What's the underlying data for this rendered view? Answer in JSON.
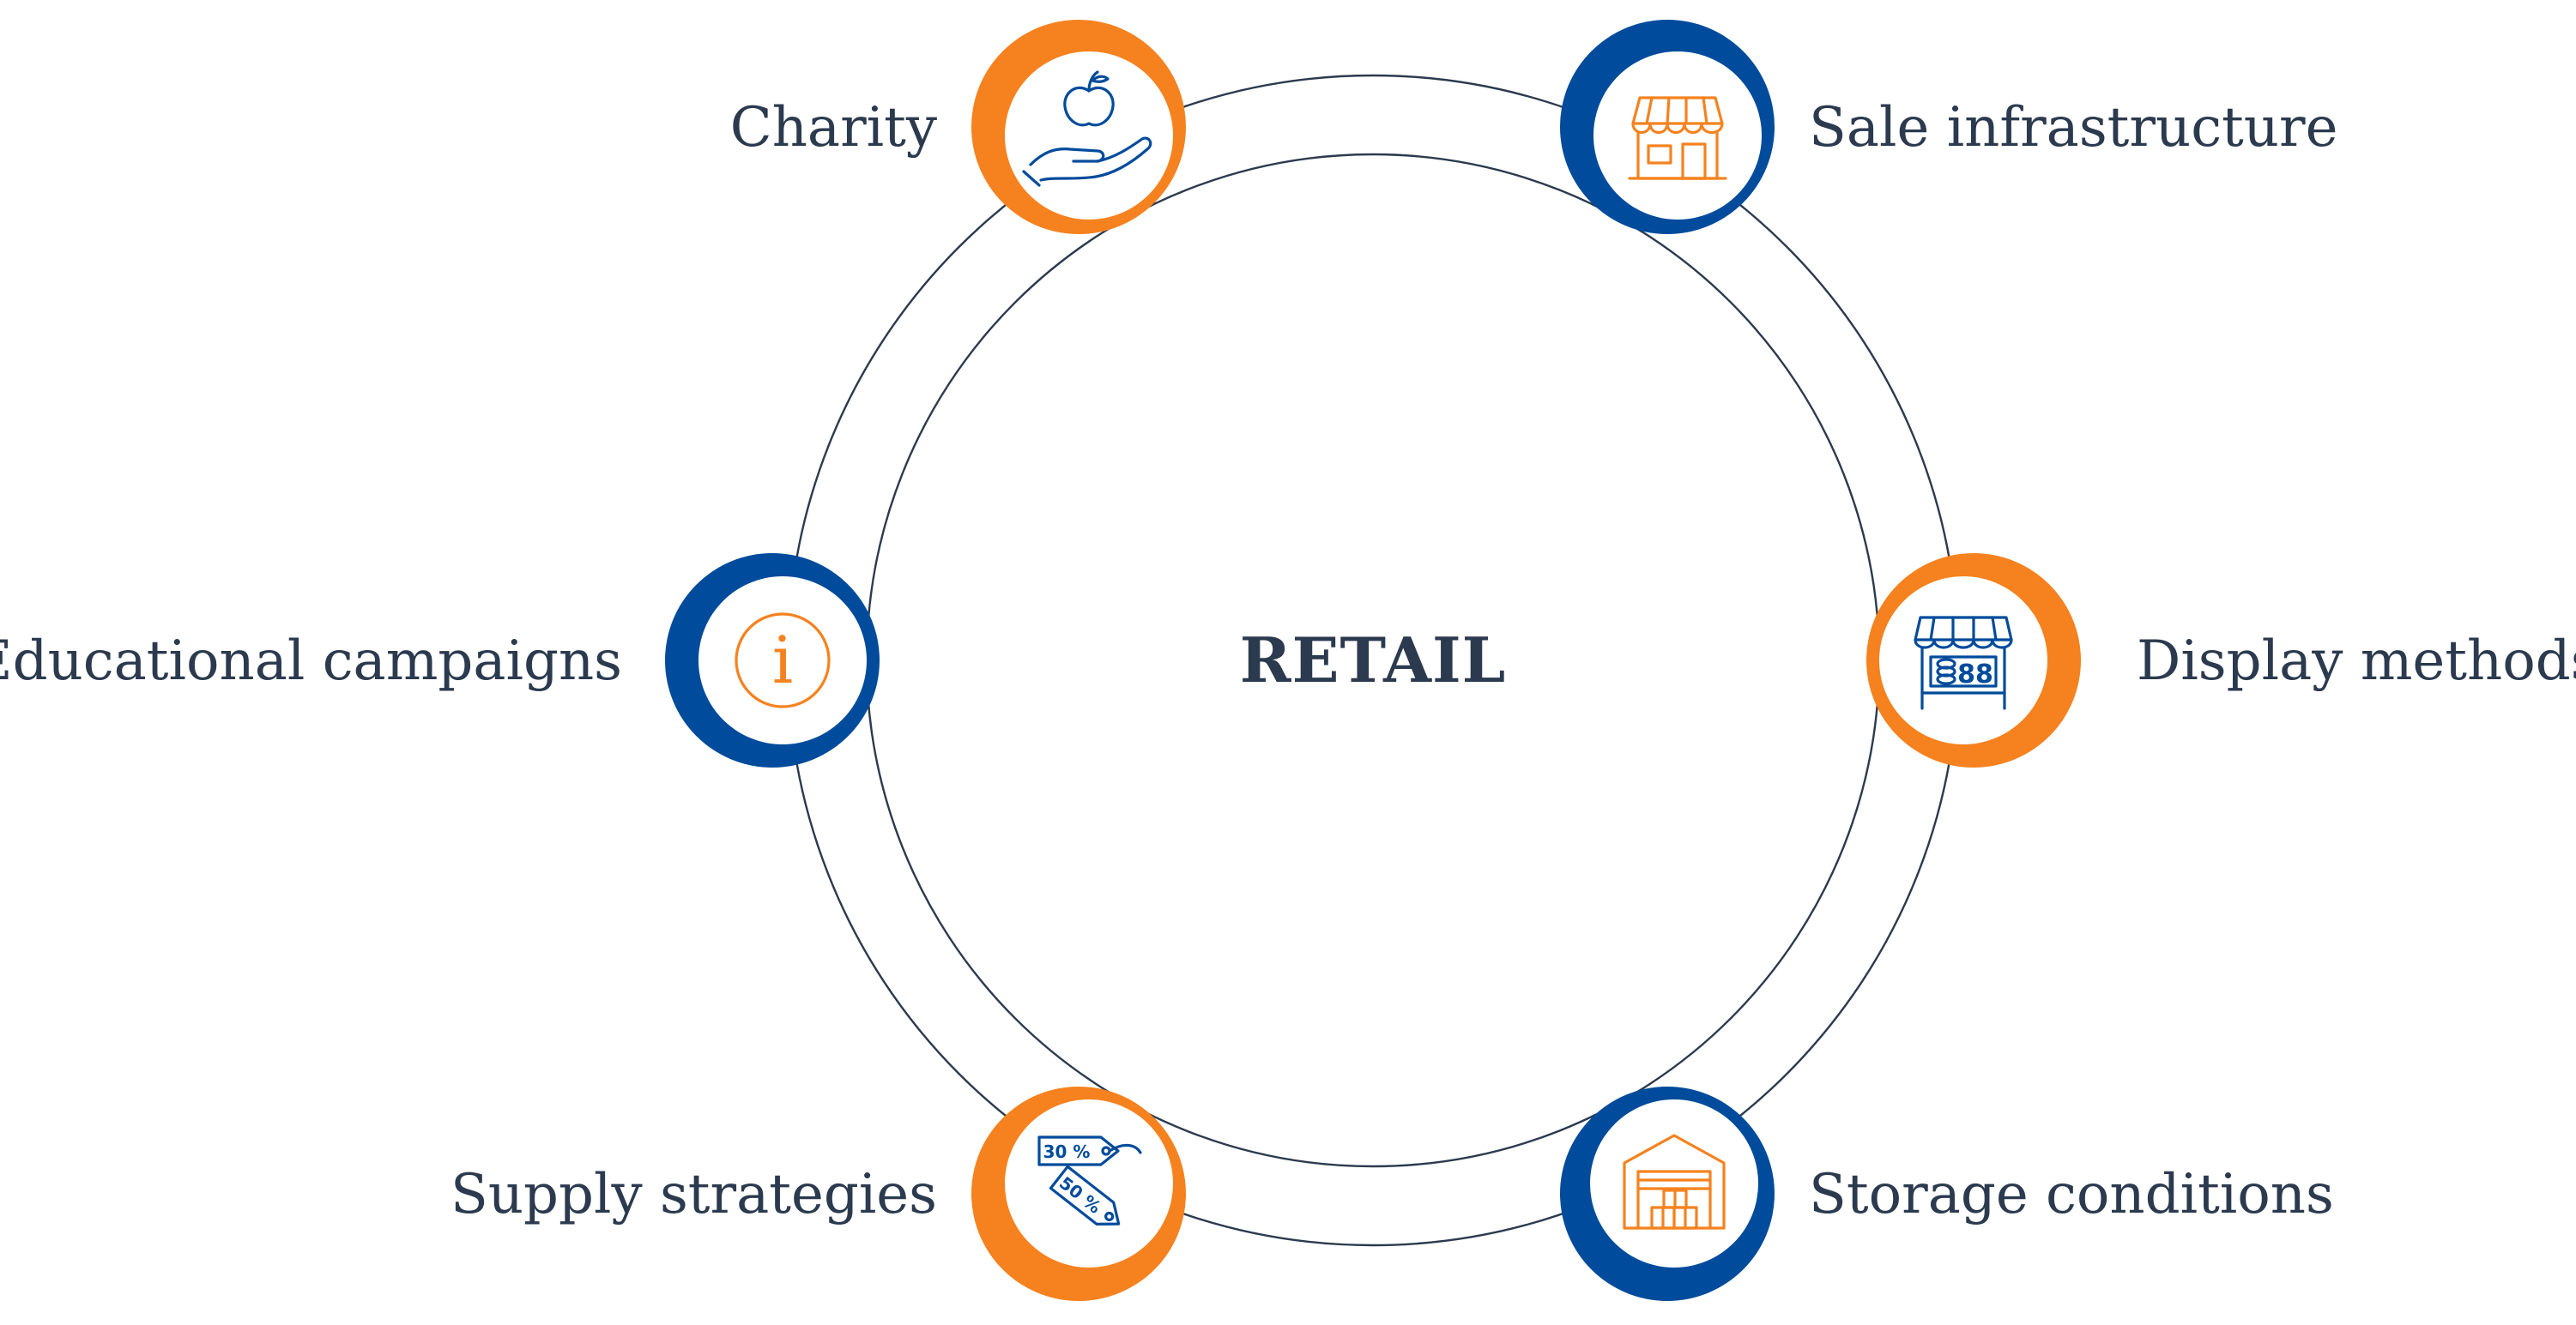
{
  "diagram": {
    "center_label": "RETAIL",
    "colors": {
      "orange": "#f5821f",
      "blue": "#004b9b",
      "text": "#2b3a4e",
      "ring": "#2b3a4e"
    },
    "nodes": [
      {
        "id": "charity",
        "label": "Charity",
        "accent": "orange",
        "icon": "hand-apple-icon"
      },
      {
        "id": "sale-infrastructure",
        "label": "Sale infrastructure",
        "accent": "blue",
        "icon": "storefront-icon"
      },
      {
        "id": "display-methods",
        "label": "Display methods",
        "accent": "orange",
        "icon": "market-stall-icon",
        "icon_text": "88"
      },
      {
        "id": "storage-conditions",
        "label": "Storage conditions",
        "accent": "blue",
        "icon": "warehouse-icon"
      },
      {
        "id": "supply-strategies",
        "label": "Supply strategies",
        "accent": "orange",
        "icon": "price-tags-icon",
        "icon_text": [
          "30 %",
          "50 %"
        ]
      },
      {
        "id": "educational-campaigns",
        "label": "Educational campaigns",
        "accent": "blue",
        "icon": "info-icon",
        "icon_text": "i"
      }
    ]
  }
}
